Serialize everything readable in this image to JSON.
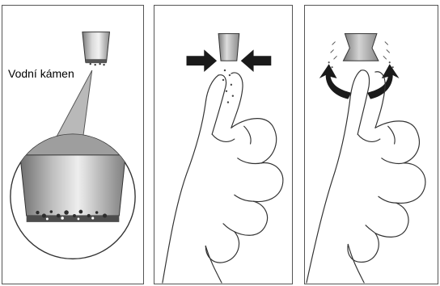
{
  "figure": {
    "callout_label": "Vodní kámen",
    "panels": [
      {
        "id": "panel-1",
        "icon": "aerator-scale-closeup-icon"
      },
      {
        "id": "panel-2",
        "icon": "squeeze-aerator-icon"
      },
      {
        "id": "panel-3",
        "icon": "flex-aerator-icon"
      }
    ]
  }
}
